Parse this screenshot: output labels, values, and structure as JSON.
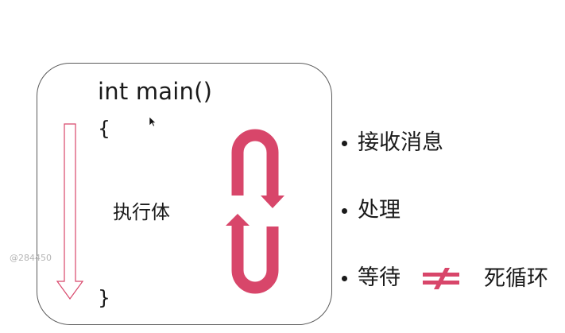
{
  "code": {
    "signature": "int main()",
    "open_brace": "{",
    "close_brace": "}",
    "body_label": "执行体"
  },
  "bullets": [
    {
      "text": "接收消息"
    },
    {
      "text": "处理"
    },
    {
      "text": "等待"
    }
  ],
  "relation": {
    "symbol_icon": "not-equal-icon",
    "text": "死循环"
  },
  "watermark": "@284450",
  "icons": {
    "flow": "down-arrow-icon",
    "loop": "loop-arrows-icon",
    "cursor": "mouse-cursor-icon"
  },
  "colors": {
    "accent": "#d8466a",
    "outline": "#5a5a5a",
    "text": "#1a1a1a"
  }
}
